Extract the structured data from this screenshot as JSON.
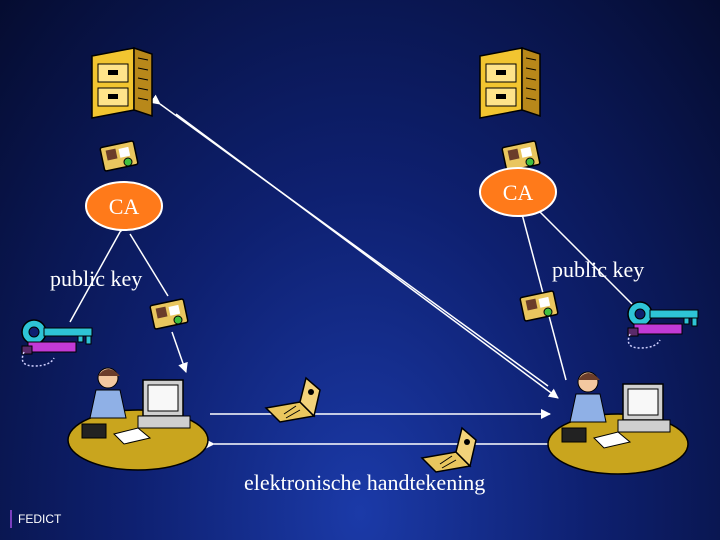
{
  "nodes": {
    "ca_left": {
      "label": "CA"
    },
    "ca_right": {
      "label": "CA"
    }
  },
  "labels": {
    "public_key_left": "public key",
    "public_key_right": "public key",
    "signature": "elektronische handtekening"
  },
  "footer": {
    "brand": "FEDICT"
  },
  "colors": {
    "background": "#0e2070",
    "ca_fill": "#ff7a1a",
    "server": "#f2c530",
    "key": "#2ec4d6",
    "arrow": "#ffffff",
    "footer_bar": "#7a3fbf"
  },
  "icons": [
    "server-cabinet-icon",
    "certificate-icon",
    "key-icon",
    "person-at-computer-icon",
    "laptop-document-icon"
  ]
}
